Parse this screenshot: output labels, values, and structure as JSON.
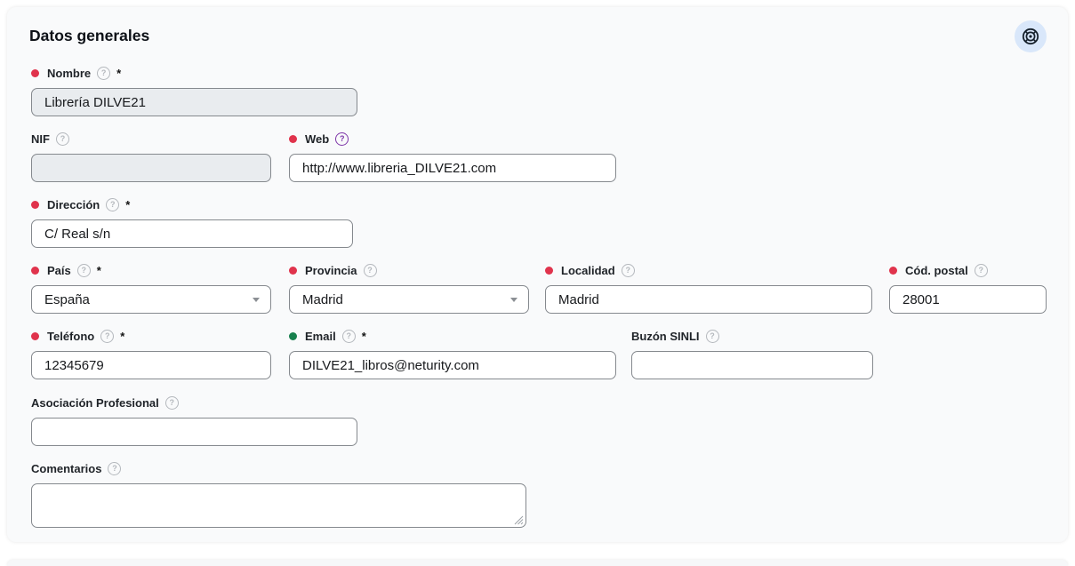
{
  "card": {
    "title": "Datos generales"
  },
  "icons": {
    "header": "lifebuoy-icon",
    "help": "question-mark-circle-icon"
  },
  "colors": {
    "required_dot_red": "#e0334c",
    "email_dot_green": "#17804d",
    "web_help_purple": "#7d35a8",
    "help_gray": "#b4b8bd",
    "header_chip_bg": "#d9e7fa",
    "disabled_input_bg": "#e9ecef",
    "input_border": "#85898e",
    "card_bg": "#f9fafb"
  },
  "help_glyph": "?",
  "fields": {
    "nombre": {
      "label": "Nombre",
      "value": "Librería DILVE21",
      "required": "*"
    },
    "nif": {
      "label": "NIF",
      "value": ""
    },
    "web": {
      "label": "Web",
      "value": "http://www.libreria_DILVE21.com"
    },
    "direccion": {
      "label": "Dirección",
      "value": "C/ Real s/n",
      "required": "*"
    },
    "pais": {
      "label": "País",
      "value": "España",
      "required": "*"
    },
    "provincia": {
      "label": "Provincia",
      "value": "Madrid"
    },
    "localidad": {
      "label": "Localidad",
      "value": "Madrid"
    },
    "codpostal": {
      "label": "Cód. postal",
      "value": "28001"
    },
    "telefono": {
      "label": "Teléfono",
      "value": "12345679",
      "required": "*"
    },
    "email": {
      "label": "Email",
      "value": "DILVE21_libros@neturity.com",
      "required": "*"
    },
    "buzon": {
      "label": "Buzón SINLI",
      "value": ""
    },
    "asociacion": {
      "label": "Asociación Profesional",
      "value": ""
    },
    "comentarios": {
      "label": "Comentarios",
      "value": ""
    }
  }
}
